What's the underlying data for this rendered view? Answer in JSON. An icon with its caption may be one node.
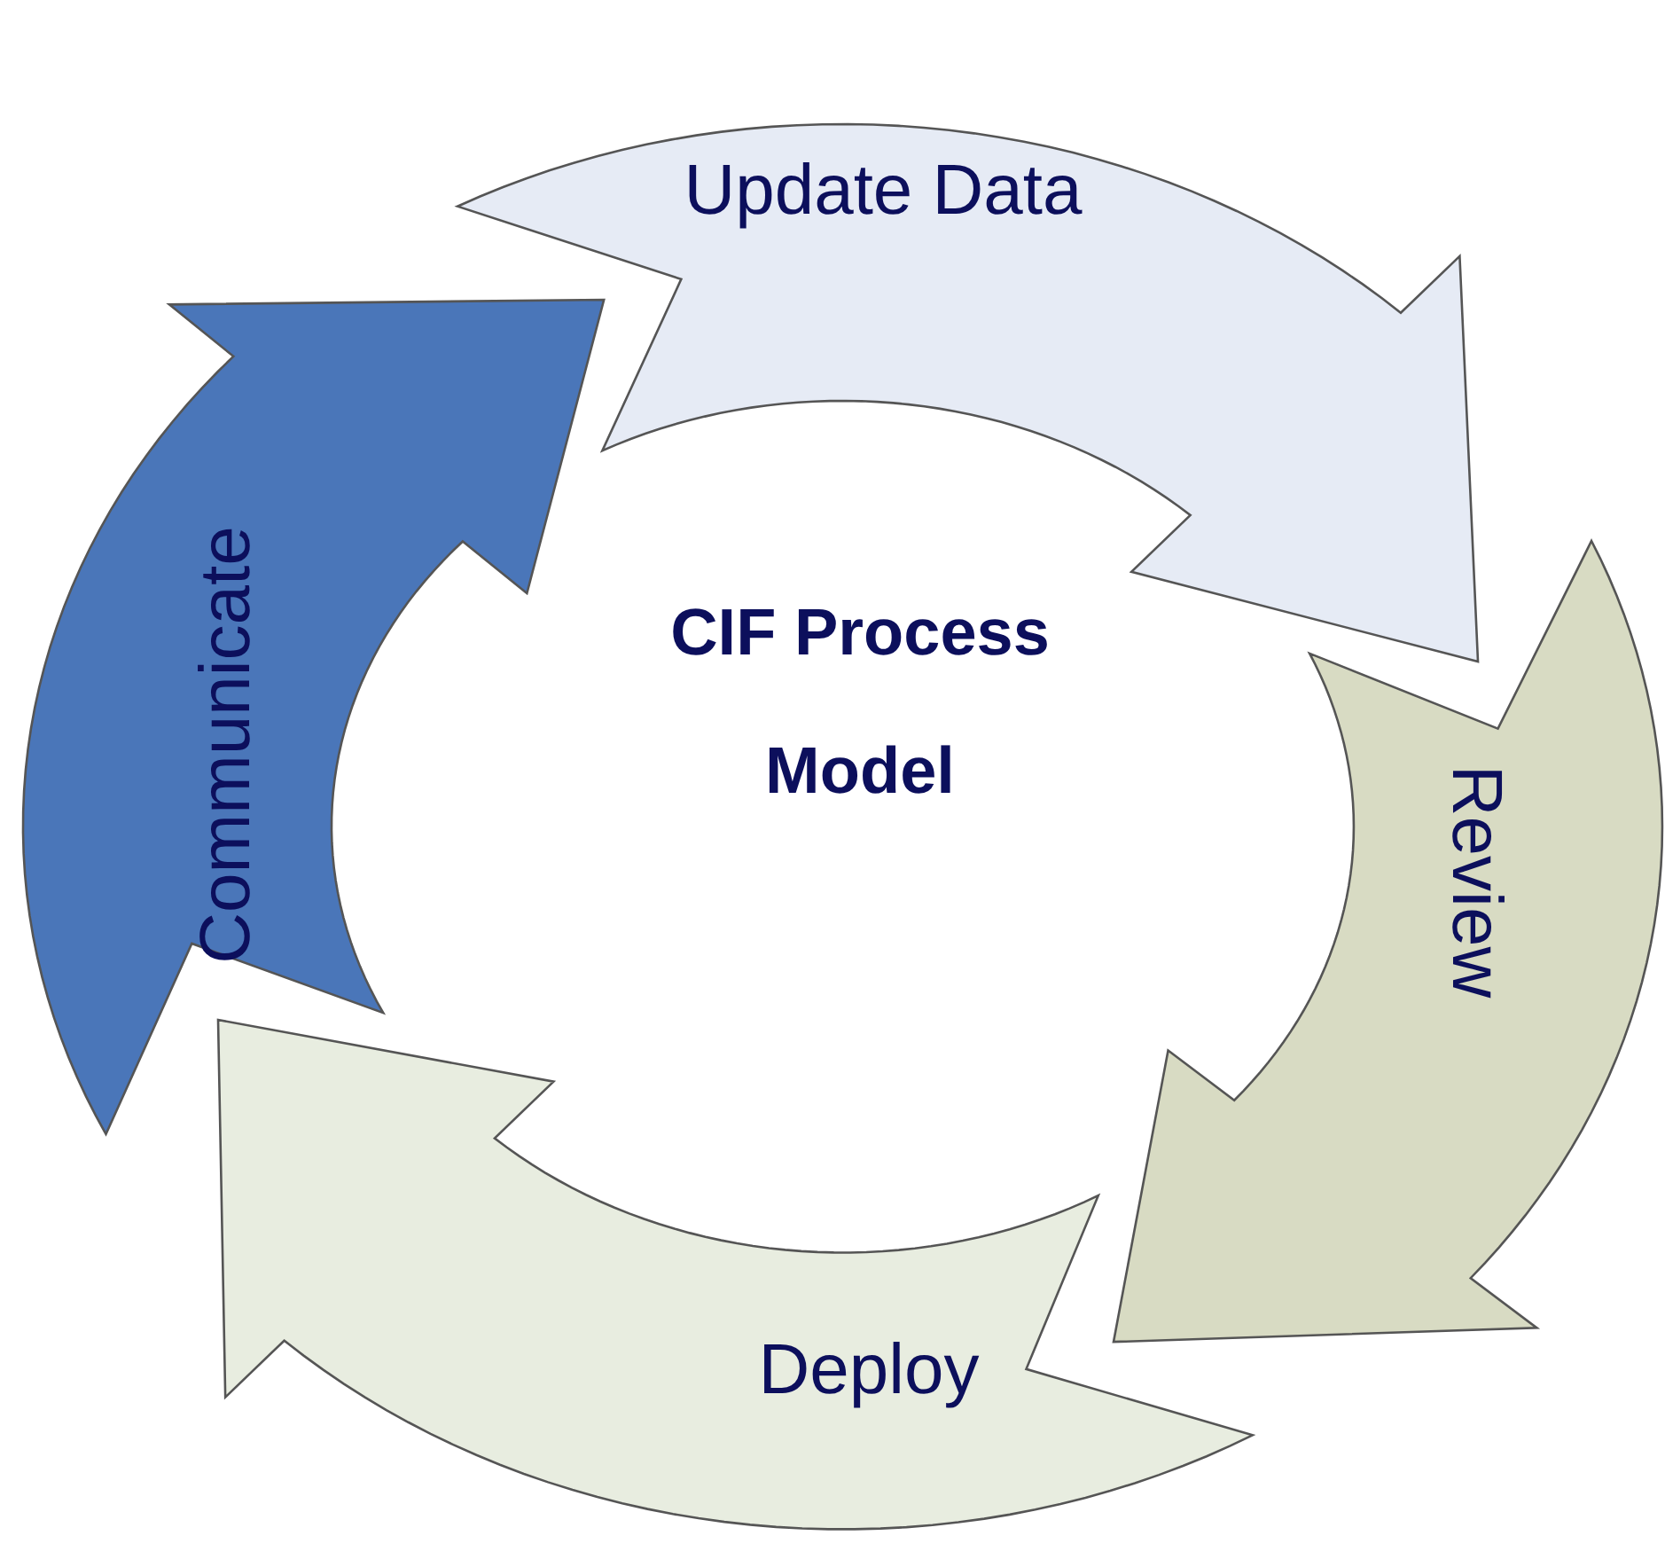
{
  "diagram": {
    "nodes": [
      {
        "text": [
          "Update Data"
        ]
      },
      {
        "text": [
          "Review"
        ]
      },
      {
        "text": [
          "Deploy"
        ]
      },
      {
        "text": [
          "Communicate"
        ]
      }
    ],
    "labels": [
      "CIF Process Model"
    ]
  }
}
